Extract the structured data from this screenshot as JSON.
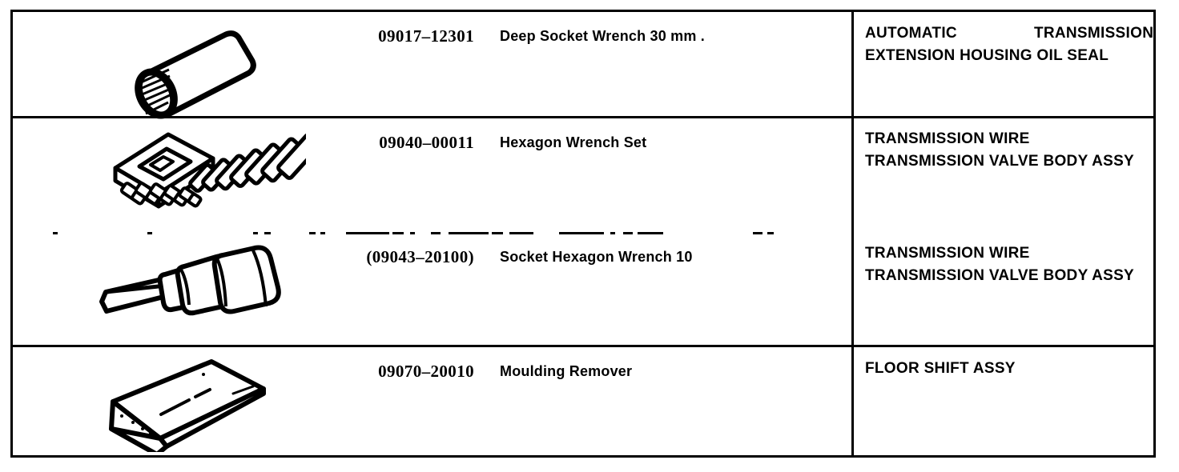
{
  "document": {
    "type": "service-tool-table",
    "columns": [
      "figure",
      "part_number",
      "description",
      "application"
    ]
  },
  "rows": [
    {
      "figure_icon": "deep-socket-wrench-icon",
      "part_number": "09017–12301",
      "description": "Deep Socket Wrench 30 mm .",
      "application_lines": [
        "AUTOMATIC",
        "TRANSMISSION",
        "EXTENSION HOUSING OIL SEAL"
      ]
    },
    {
      "figure_icon": "hexagon-wrench-set-icon",
      "part_number": "09040–00011",
      "description": "Hexagon Wrench Set",
      "application_lines": [
        "TRANSMISSION WIRE",
        "TRANSMISSION VALVE BODY ASSY"
      ]
    },
    {
      "figure_icon": "socket-hexagon-wrench-icon",
      "part_number": "(09043–20100)",
      "description": "Socket Hexagon Wrench 10",
      "application_lines": [
        "TRANSMISSION WIRE",
        "TRANSMISSION VALVE BODY ASSY"
      ]
    },
    {
      "figure_icon": "moulding-remover-icon",
      "part_number": "09070–20010",
      "description": "Moulding Remover",
      "application_lines": [
        "FLOOR SHIFT ASSY"
      ]
    }
  ],
  "colors": {
    "ink": "#000000",
    "paper": "#ffffff"
  }
}
